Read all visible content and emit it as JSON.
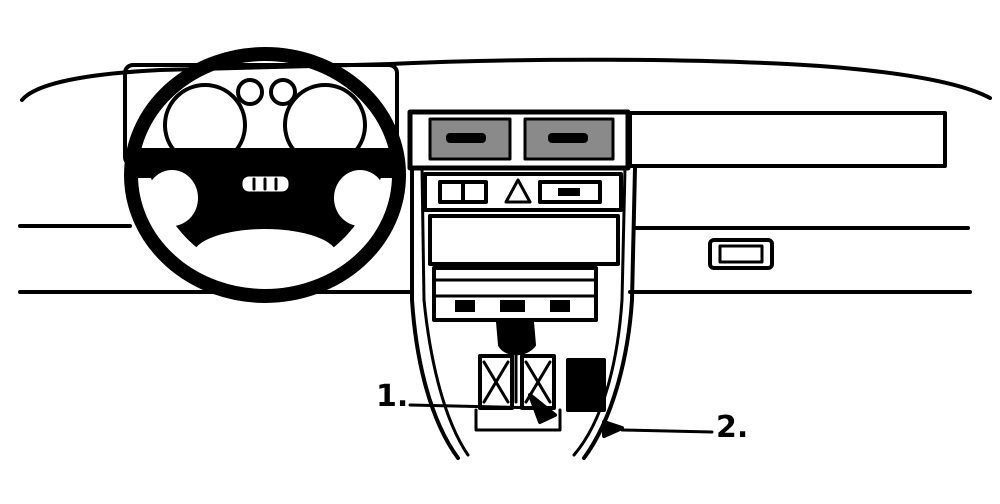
{
  "diagram": {
    "callouts": [
      {
        "id": "1",
        "label": "1."
      },
      {
        "id": "2",
        "label": "2."
      }
    ],
    "colors": {
      "ink": "#000000",
      "paper": "#ffffff",
      "vent_fill": "#8a8a8a"
    }
  }
}
